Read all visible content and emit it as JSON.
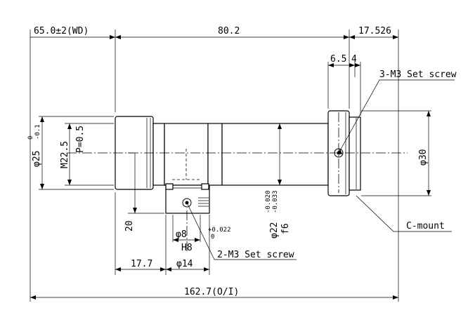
{
  "drawing": {
    "dim_wd": "65.0±2(WD)",
    "dim_length": "80.2",
    "dim_mount_length": "17.526",
    "dim_6_5": "6.5",
    "dim_4": "4",
    "callout_set_screw_3": "3-M3 Set screw",
    "callout_set_screw_2": "2-M3 Set screw",
    "callout_c_mount": "C-mount",
    "dim_front_dia": "φ25",
    "dim_front_tol_upper": "0",
    "dim_front_tol_lower": "-0.1",
    "dim_thread": "M22.5",
    "dim_thread_pitch": "P=0.5",
    "dim_mount_dia": "φ30",
    "dim_barrel_dia": "φ22",
    "dim_barrel_tol_upper": "-0.020",
    "dim_barrel_tol_lower": "-0.033",
    "dim_barrel_fit": "f6",
    "dim_pin_dia": "φ8",
    "dim_pin_tol_upper": "+0.022",
    "dim_pin_tol_lower": "0",
    "dim_pin_fit": "H8",
    "dim_height_20": "20",
    "dim_17_7": "17.7",
    "dim_block_dia": "φ14",
    "dim_overall": "162.7(O/I)"
  }
}
